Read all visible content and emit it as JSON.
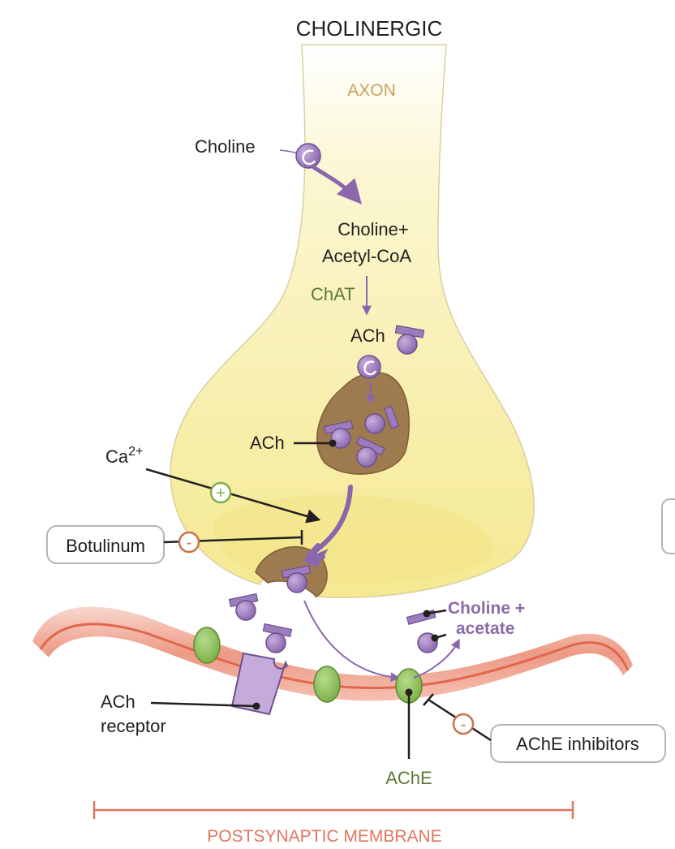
{
  "title": "CHOLINERGIC",
  "axon_label": "AXON",
  "labels": {
    "choline": "Choline",
    "choline_acetyl_line1": "Choline+",
    "choline_acetyl_line2": "Acetyl-CoA",
    "chat": "ChAT",
    "ach_top": "ACh",
    "ach_vesicle": "ACh",
    "ca": "Ca",
    "ca_sup": "2+",
    "botulinum": "Botulinum",
    "products_line1": "Choline +",
    "products_line2": "acetate",
    "receptor_line1": "ACh",
    "receptor_line2": "receptor",
    "ache_inhibitors": "AChE inhibitors",
    "ache": "AChE",
    "membrane": "POSTSYNAPTIC MEMBRANE"
  },
  "symbols": {
    "plus": "+",
    "minus": "-"
  },
  "colors": {
    "axon_fill": "#faf3b8",
    "vesicle": "#9e7b4f",
    "molecule": "#9b7cbc",
    "membrane": "#e8826d",
    "enzyme": "#8cbf5a",
    "text_green": "#5a7a33"
  }
}
